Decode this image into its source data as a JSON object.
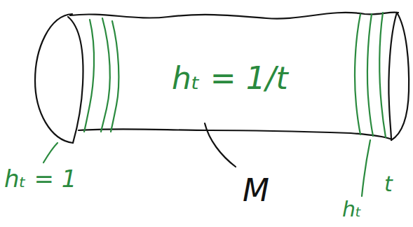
{
  "diagram": {
    "labels": [
      "hₜ = 1/t",
      "hₜ = 1",
      "M",
      "t",
      "hₜ"
    ]
  }
}
